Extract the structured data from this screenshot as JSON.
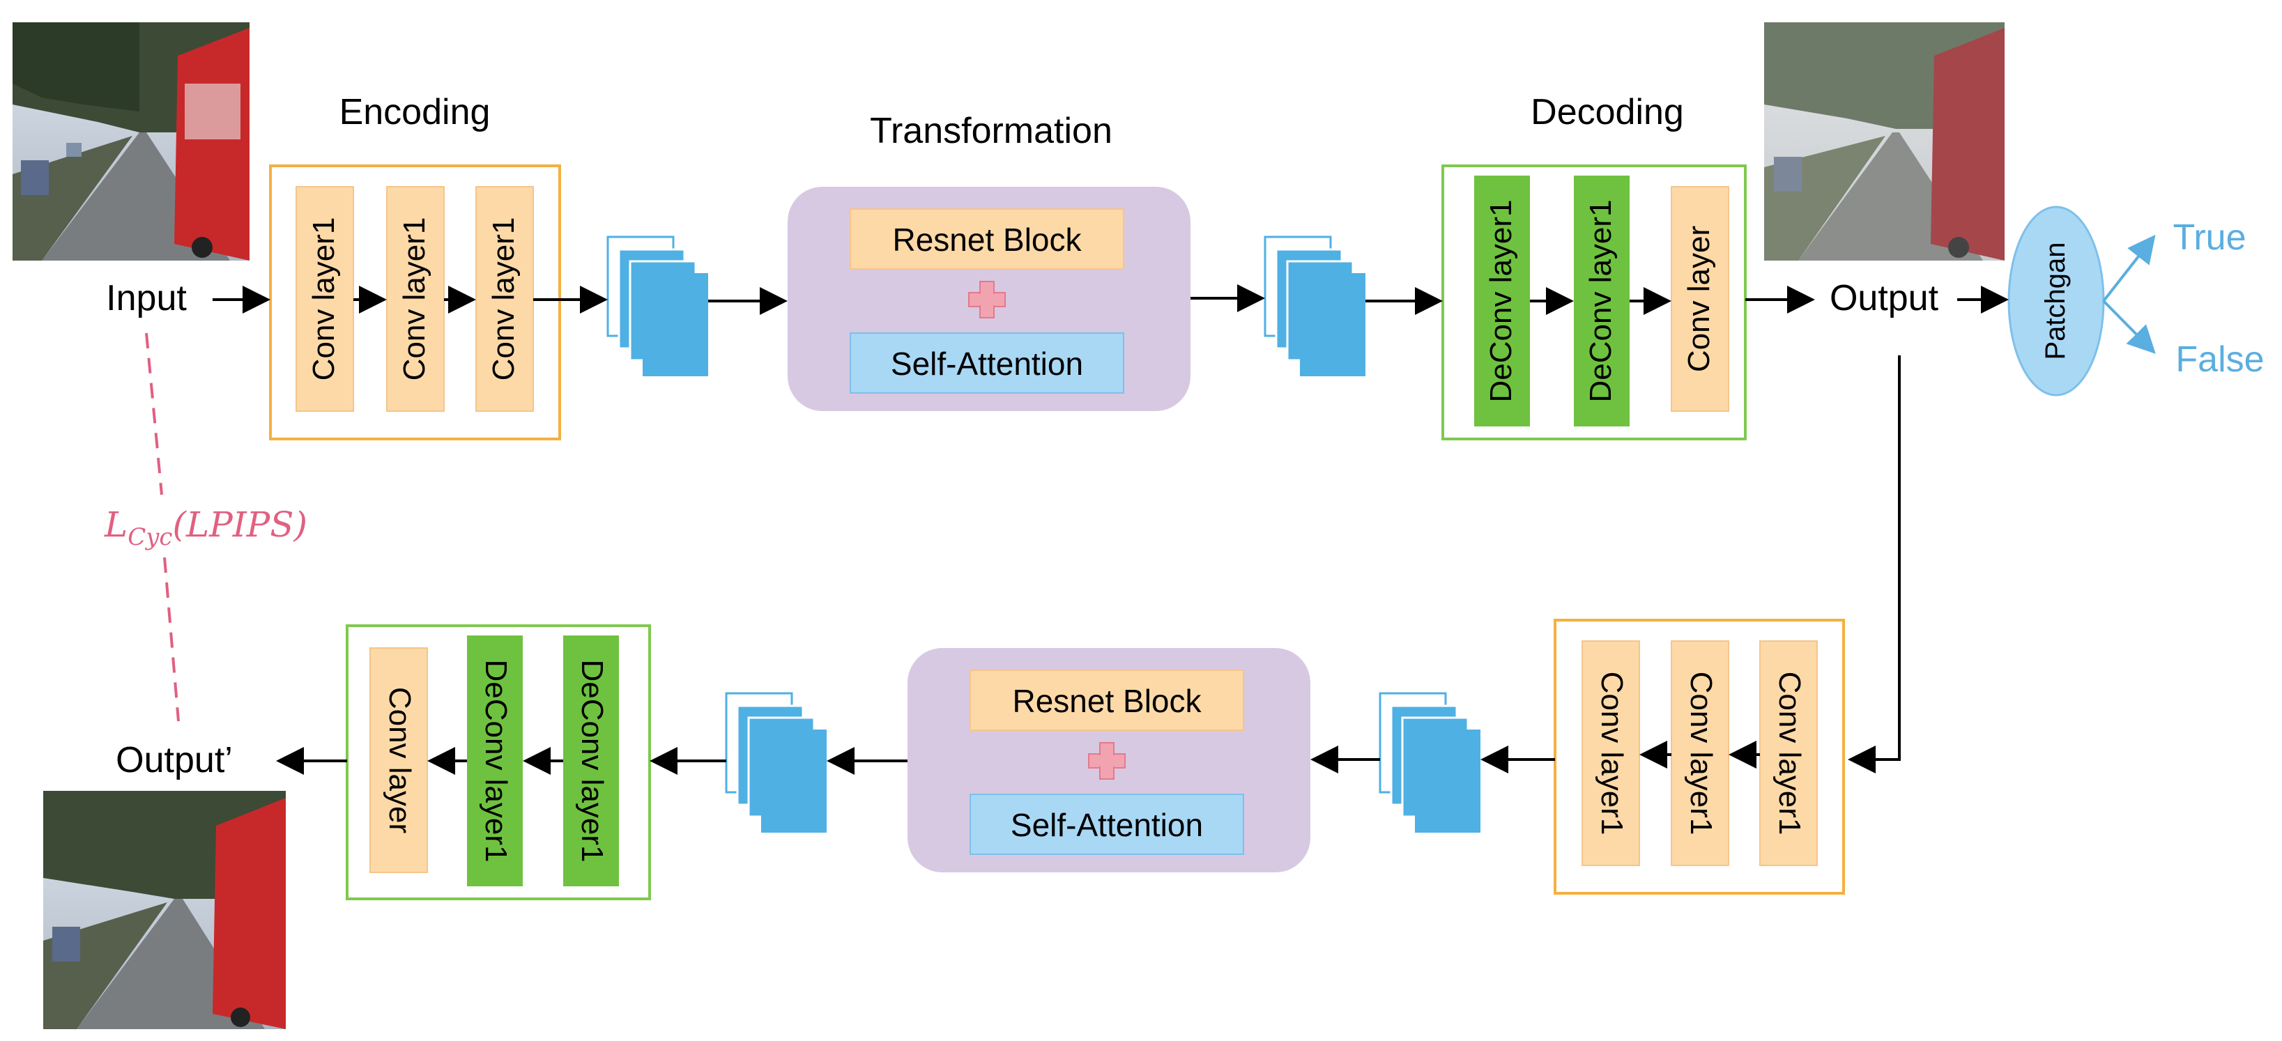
{
  "labels": {
    "encoding": "Encoding",
    "transformation": "Transformation",
    "decoding": "Decoding",
    "input": "Input",
    "output": "Output",
    "output_prime": "Output’",
    "patchgan": "Patchgan",
    "true_label": "True",
    "false_label": "False",
    "loss_main": "L",
    "loss_sub": "Cyc",
    "loss_paren": "(LPIPS)"
  },
  "top_row": {
    "encoder_layers": [
      "Conv layer1",
      "Conv layer1",
      "Conv layer1"
    ],
    "transform_blocks": [
      "Resnet Block",
      "Self-Attention"
    ],
    "decoder_layers": [
      "DeConv layer1",
      "DeConv layer1",
      "Conv layer"
    ]
  },
  "bottom_row": {
    "encoder_layers": [
      "Conv layer1",
      "Conv layer1",
      "Conv layer1"
    ],
    "transform_blocks": [
      "Resnet Block",
      "Self-Attention"
    ],
    "decoder_layers": [
      "DeConv layer1",
      "DeConv layer1",
      "Conv layer"
    ]
  },
  "colors": {
    "conv_fill": "#fdd9a8",
    "deconv_fill": "#6ec23f",
    "encoder_border": "#f5b041",
    "decoder_border": "#7fc94f",
    "transform_bg": "#d8c9e2",
    "resnet_fill": "#fdd9a8",
    "attention_fill": "#a9d8f5",
    "feature_map": "#4fb0e4",
    "patchgan_fill": "#a9d8f5",
    "discriminator_text": "#5aaee0",
    "loss_text": "#e06080"
  }
}
